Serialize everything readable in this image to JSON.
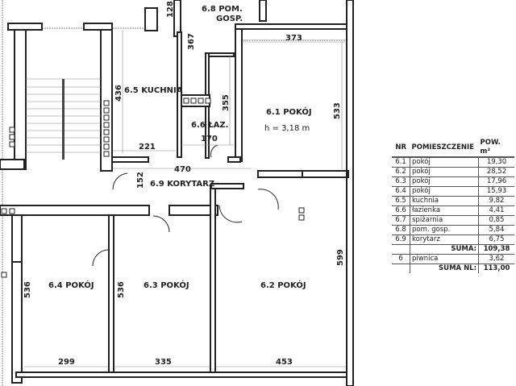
{
  "rooms": {
    "r68_line1": "6.8 POM.",
    "r68_line2": "GOSP.",
    "r65": "6.5 KUCHNIA",
    "r66": "6.6 ŁAZ.",
    "r61": "6.1 POKÓJ",
    "r61_height": "h = 3,18 m",
    "r69": "6.9 KORYTARZ",
    "r64": "6.4 POKÓJ",
    "r63": "6.3 POKÓJ",
    "r62": "6.2 POKÓJ"
  },
  "dimensions": {
    "d128": "128",
    "d367": "367",
    "d373": "373",
    "d436": "436",
    "d355": "355",
    "d533": "533",
    "d221": "221",
    "d170": "170",
    "d470": "470",
    "d152": "152",
    "d536a": "536",
    "d536b": "536",
    "d599": "599",
    "d299": "299",
    "d335": "335",
    "d453": "453"
  },
  "table": {
    "headers": {
      "nr": "NR",
      "room": "POMIESZCZENIE",
      "area": "POW. m²"
    },
    "rows": [
      {
        "nr": "6.1",
        "room": "pokój",
        "area": "19,30"
      },
      {
        "nr": "6.2",
        "room": "pokój",
        "area": "28,52"
      },
      {
        "nr": "6.3",
        "room": "pokój",
        "area": "17,96"
      },
      {
        "nr": "6.4",
        "room": "pokój",
        "area": "15,93"
      },
      {
        "nr": "6.5",
        "room": "kuchnia",
        "area": "9,82"
      },
      {
        "nr": "6.6",
        "room": "łazienka",
        "area": "4,41"
      },
      {
        "nr": "6.7",
        "room": "spiżarnia",
        "area": "0,85"
      },
      {
        "nr": "6.8",
        "room": "pom. gosp.",
        "area": "5,84"
      },
      {
        "nr": "6.9",
        "room": "korytarz",
        "area": "6,75"
      }
    ],
    "sum_label": "SUMA:",
    "sum_value": "109,38",
    "extra": {
      "nr": "6",
      "room": "piwnica",
      "area": "3,62"
    },
    "total_label": "SUMA NL:",
    "total_value": "113,00"
  }
}
